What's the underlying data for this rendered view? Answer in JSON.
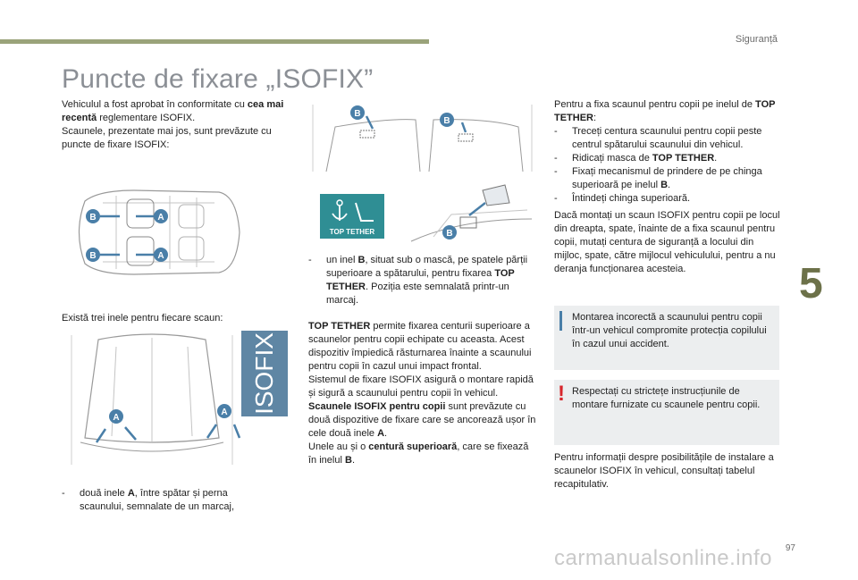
{
  "header": {
    "section": "Siguranță"
  },
  "title": "Puncte de fixare „ISOFIX”",
  "col1": {
    "intro_1": "Vehiculul a fost aprobat în conformitate cu ",
    "intro_bold": "cea mai recentă",
    "intro_2": " reglementare ISOFIX.",
    "intro_3": "Scaunele, prezentate mai jos, sunt prevăzute cu puncte de fixare ISOFIX:",
    "rings_intro": "Există trei inele pentru fiecare scaun:",
    "bullet_1a": "două inele ",
    "bullet_1b": "A",
    "bullet_1c": ", între spătar și perna scaunului, semnalate de un marcaj,",
    "dash": "-"
  },
  "col2": {
    "bullet_2a": "un inel ",
    "bullet_2b": "B",
    "bullet_2c": ", situat sub o mască, pe spatele părții superioare a spătarului, pentru fixarea ",
    "bullet_2d": "TOP TETHER",
    "bullet_2e": ". Poziția este semnalată printr-un marcaj.",
    "p1_bold": "TOP TETHER",
    "p1": " permite fixarea centurii superioare a scaunelor pentru copii echipate cu aceasta. Acest dispozitiv împiedică răsturnarea înainte a scaunului pentru copii în cazul unui impact frontal.",
    "p2": "Sistemul de fixare ISOFIX asigură o montare rapidă și sigură a scaunului pentru copii în vehicul.",
    "p3_bold": "Scaunele ISOFIX pentru copii",
    "p3": " sunt prevăzute cu două dispozitive de fixare care se ancorează ușor în cele două inele ",
    "p3_a": "A",
    "p3_end": ".",
    "p4": "Unele au și o ",
    "p4_bold": "centură superioară",
    "p4_b": ", care se fixează în inelul ",
    "p4_c": "B",
    "p4_end": "."
  },
  "col3": {
    "p1": "Pentru a fixa scaunul pentru copii pe inelul de ",
    "p1_bold": "TOP TETHER",
    "p1_end": ":",
    "steps": [
      {
        "text": "Treceți centura scaunului pentru copii peste centrul spătarului scaunului din vehicul."
      },
      {
        "text": "Ridicați masca de ",
        "bold": "TOP TETHER",
        "end": "."
      },
      {
        "text": "Fixați mecanismul de prindere de pe chinga superioară pe inelul ",
        "bold": "B",
        "end": "."
      },
      {
        "text": "Întindeți chinga superioară."
      }
    ],
    "p2": "Dacă montați un scaun ISOFIX pentru copii pe locul din dreapta, spate, înainte de a fixa scaunul pentru copii, mutați centura de siguranță a locului din mijloc, spate, către mijlocul vehiculului, pentru a nu deranja funcționarea acesteia.",
    "note_info": "Montarea incorectă a scaunului pentru copii într-un vehicul compromite protecția copilului în cazul unui accident.",
    "note_warn": "Respectați cu strictețe instrucțiunile de montare furnizate cu scaunele pentru copii.",
    "p3": "Pentru informații despre posibilitățile de instalare a scaunelor ISOFIX în vehicul, consultați tabelul recapitulativ."
  },
  "labels": {
    "A": "A",
    "B": "B"
  },
  "isofix_tab": "ISOFIX",
  "top_tether_logo": "TOP TETHER",
  "chapter_number": "5",
  "page_number": "97",
  "watermark": "carmanualsonline.info",
  "colors": {
    "accent_bar": "#9aa37a",
    "chapter": "#6c7149",
    "badge": "#4a7fa8",
    "isofix_tab": "#5f86a4",
    "tether_logo": "#2f8e94",
    "warning": "#d7262b",
    "info": "#4a7fa8"
  }
}
